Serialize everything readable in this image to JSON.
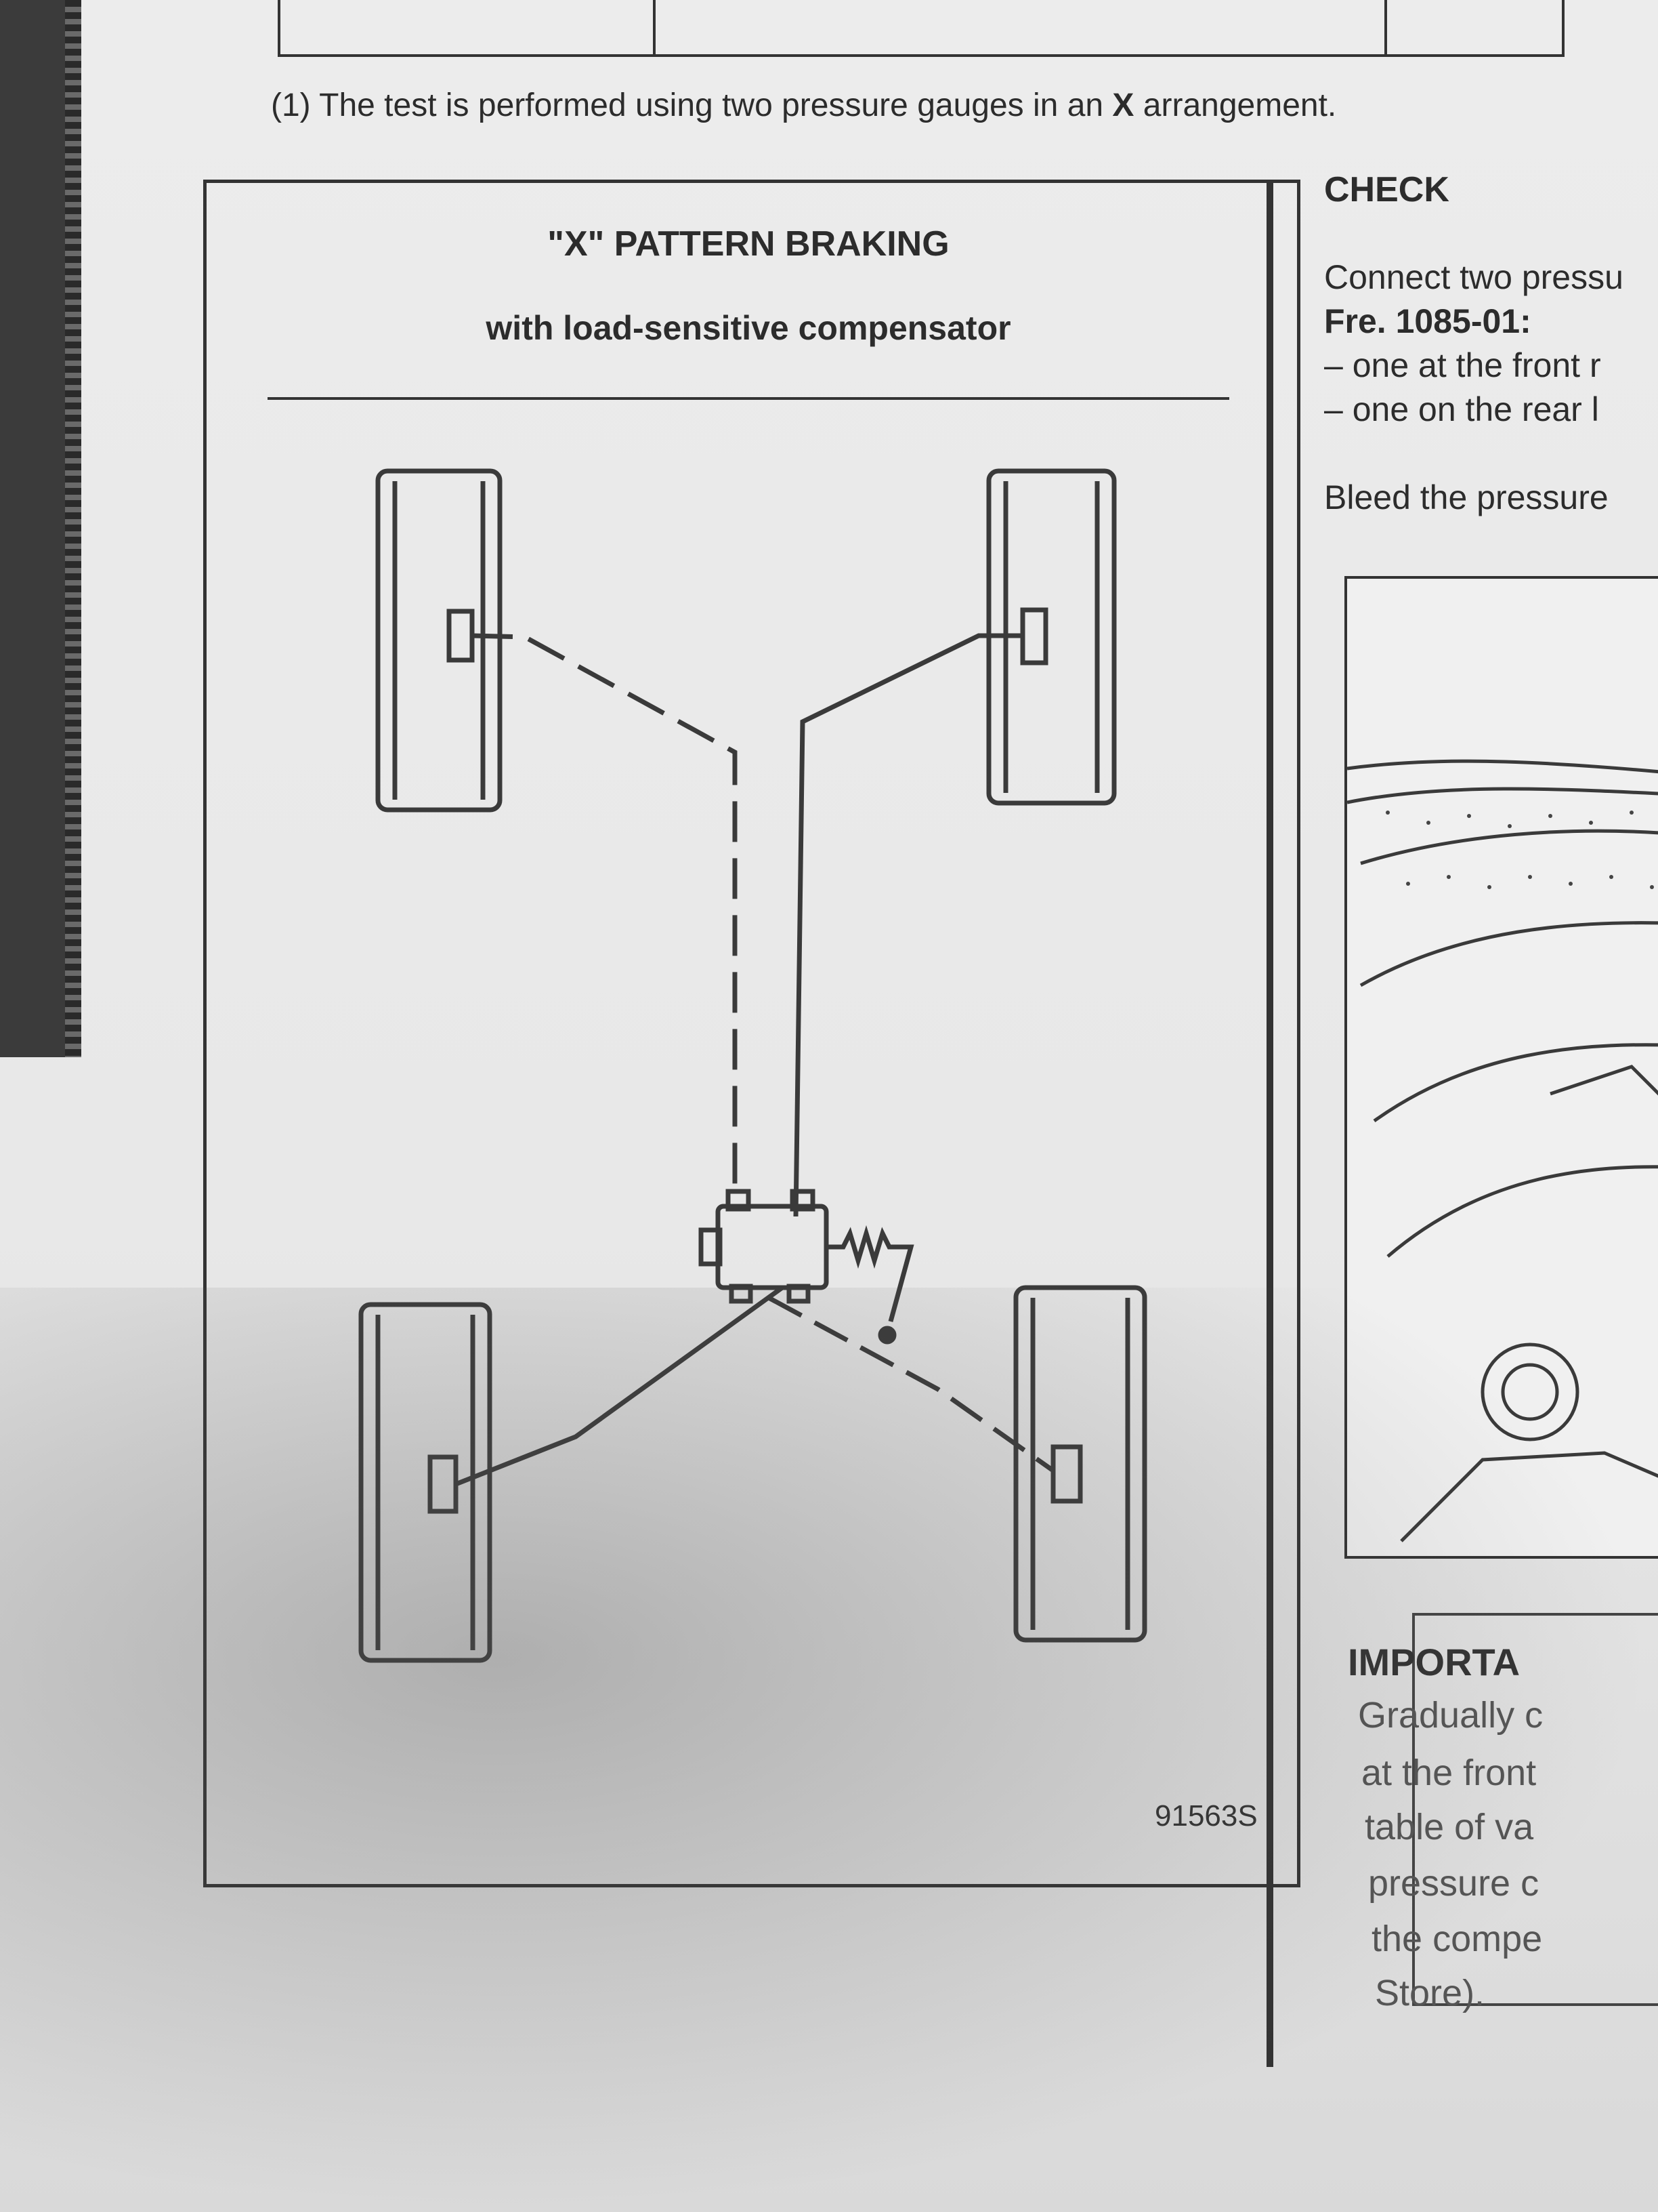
{
  "intro": {
    "before": "(1) The test is performed using two pressure gauges in an ",
    "bold": "X",
    "after": " arrangement."
  },
  "figure": {
    "title": "\"X\" PATTERN BRAKING",
    "subtitle": "with load-sensitive compensator",
    "code": "91563S"
  },
  "right_column": {
    "heading": "CHECK",
    "lines": [
      "Connect two pressu",
      "Fre. 1085-01:",
      "– one at the front r",
      "– one on the rear l",
      "Bleed the pressure"
    ]
  },
  "important": {
    "heading": "IMPORTA",
    "lines": [
      "Gradually c",
      "at the front",
      "table of va",
      "pressure c",
      "the compe",
      "Store)."
    ]
  }
}
